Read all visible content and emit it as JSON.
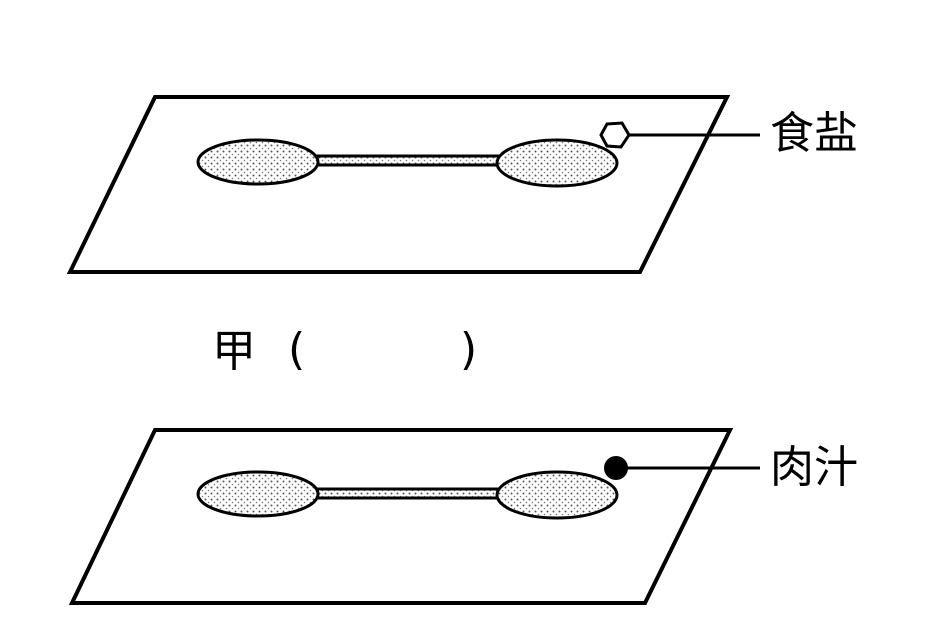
{
  "labels": {
    "salt": "食盐",
    "meat_juice": "肉汁",
    "caption_jia": "甲",
    "paren_open": "(",
    "paren_close": ")"
  },
  "colors": {
    "stroke": "#000000",
    "fill": "#d8d8d8"
  }
}
